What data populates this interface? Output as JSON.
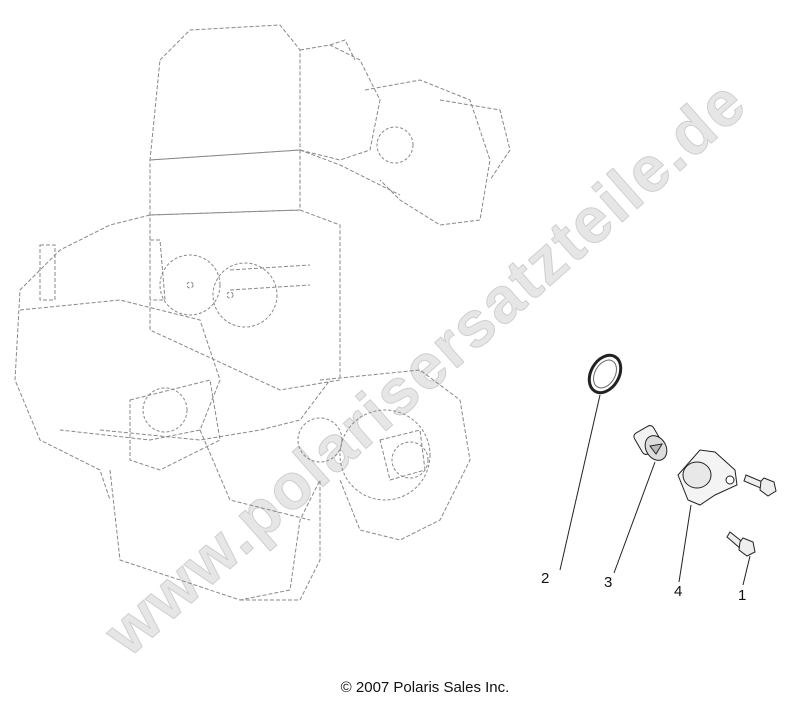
{
  "diagram": {
    "callouts": [
      "2",
      "3",
      "4",
      "1"
    ],
    "copyright": "© 2007 Polaris Sales Inc.",
    "watermark": "www.polarisersatzteile.de"
  }
}
